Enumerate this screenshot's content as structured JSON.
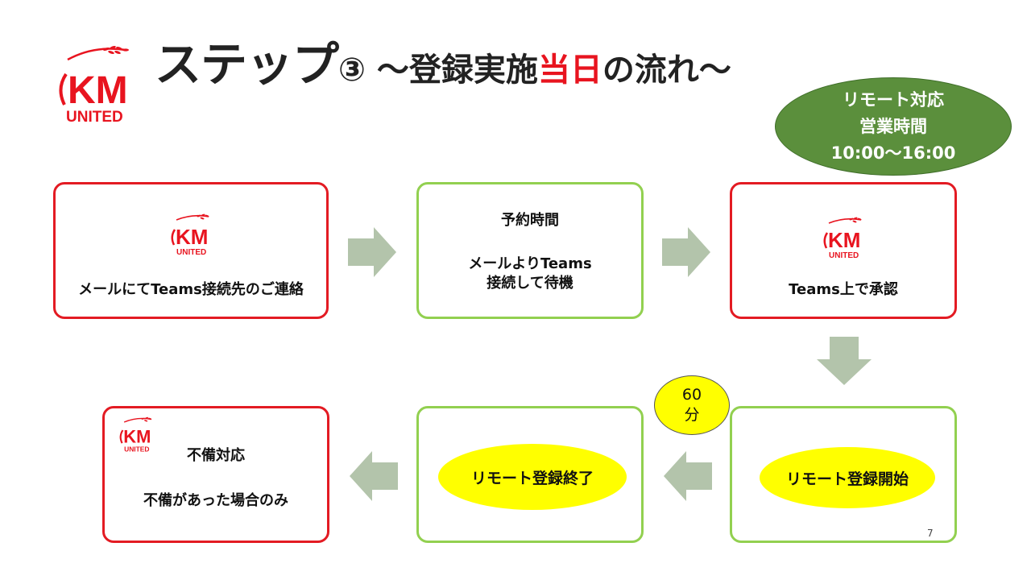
{
  "header": {
    "title_part1": "ステップ",
    "title_num": "③",
    "title_part2": " ～登録実施",
    "title_highlight": "当日",
    "title_part3": "の流れ～",
    "logo_letters": "KM",
    "logo_text": "UNITED"
  },
  "hours": {
    "line1": "リモート対応",
    "line2": "営業時間",
    "line3": "10:00～16:00"
  },
  "steps": {
    "step1": {
      "text": "メールにてTeams接続先のご連絡"
    },
    "step2": {
      "line1": "予約時間",
      "line2": "メールよりTeams",
      "line3": "接続して待機"
    },
    "step3": {
      "text": "Teams上で承認"
    },
    "step4": {
      "text": "リモート登録開始"
    },
    "step5": {
      "text": "リモート登録終了"
    },
    "step6": {
      "line1": "不備対応",
      "line2": "不備があった場合のみ"
    }
  },
  "duration_badge": {
    "number": "60",
    "unit": "分"
  },
  "page_number": "7",
  "colors": {
    "brand_red": "#e8141f",
    "box_red": "#e31b23",
    "box_green": "#92d050",
    "oval_green": "#5b8f3c",
    "arrow": "#b3c4ab",
    "highlight_yellow": "#ffff00"
  }
}
